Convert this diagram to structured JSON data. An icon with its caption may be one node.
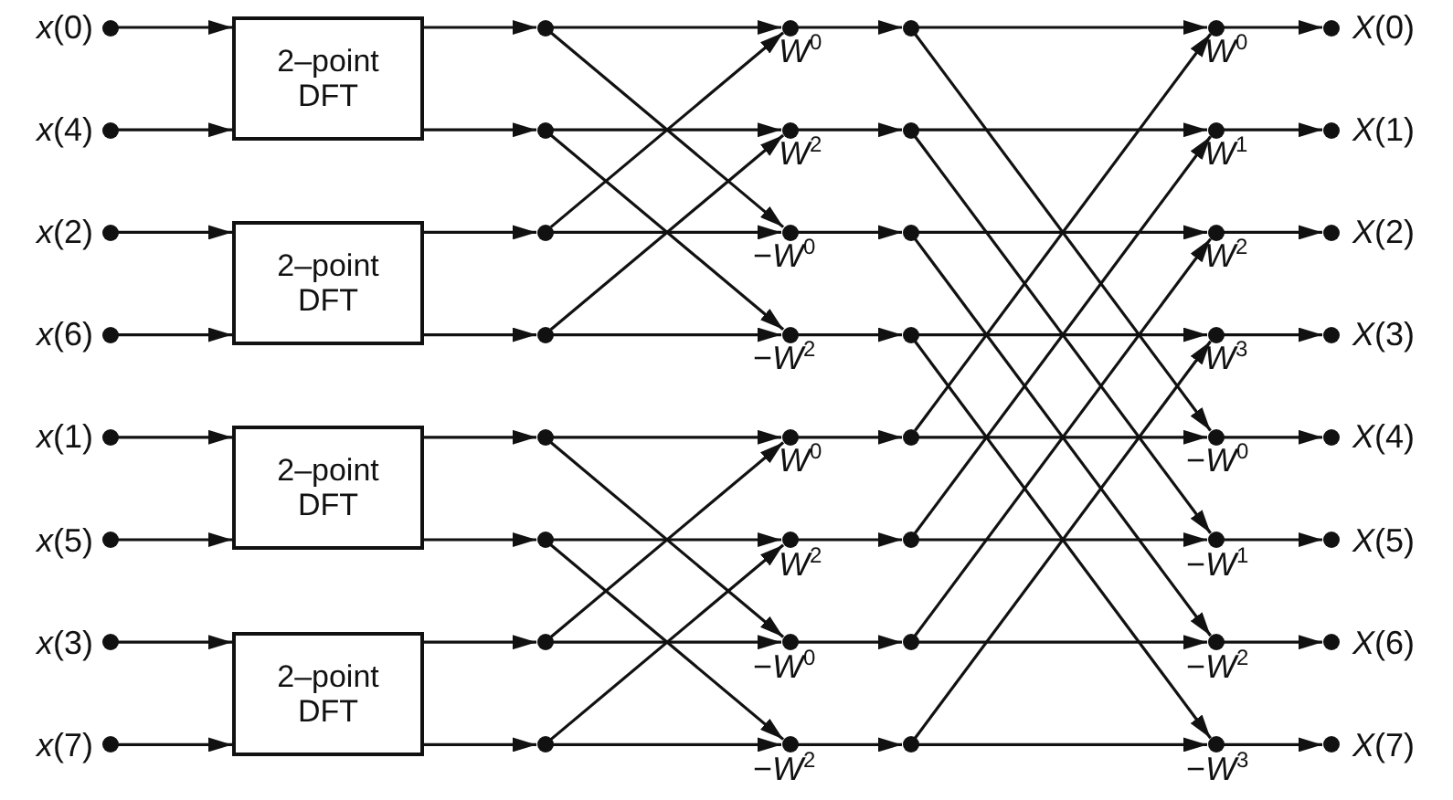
{
  "diagram": {
    "nodes": [
      {
        "text": [],
        "shape": "circle",
        "beside": [
          "*x*(0)"
        ]
      },
      {
        "text": [],
        "shape": "circle",
        "beside": [
          "*x*(4)"
        ]
      },
      {
        "text": [],
        "shape": "circle",
        "beside": [
          "*x*(2)"
        ]
      },
      {
        "text": [],
        "shape": "circle",
        "beside": [
          "*x*(6)"
        ]
      },
      {
        "text": [],
        "shape": "circle",
        "beside": [
          "*x*(1)"
        ]
      },
      {
        "text": [],
        "shape": "circle",
        "beside": [
          "*x*(5)"
        ]
      },
      {
        "text": [],
        "shape": "circle",
        "beside": [
          "*x*(3)"
        ]
      },
      {
        "text": [],
        "shape": "circle",
        "beside": [
          "*x*(7)"
        ]
      },
      {
        "text": [
          "2–point DFT"
        ]
      },
      {
        "text": [
          "2–point DFT"
        ]
      },
      {
        "text": [
          "2–point DFT"
        ]
      },
      {
        "text": [
          "2–point DFT"
        ]
      },
      {
        "text": [],
        "shape": "circle"
      },
      {
        "text": [],
        "shape": "circle"
      },
      {
        "text": [],
        "shape": "circle"
      },
      {
        "text": [],
        "shape": "circle"
      },
      {
        "text": [],
        "shape": "circle"
      },
      {
        "text": [],
        "shape": "circle"
      },
      {
        "text": [],
        "shape": "circle"
      },
      {
        "text": [],
        "shape": "circle"
      },
      {
        "text": [],
        "shape": "circle",
        "beside": [
          "*W*$^{0}$"
        ]
      },
      {
        "text": [],
        "shape": "circle",
        "beside": [
          "*W*$^{2}$"
        ]
      },
      {
        "text": [],
        "shape": "circle",
        "beside": [
          "−*W*$^{0}$"
        ]
      },
      {
        "text": [],
        "shape": "circle",
        "beside": [
          "−*W*$^{2}$"
        ]
      },
      {
        "text": [],
        "shape": "circle",
        "beside": [
          "*W*$^{0}$"
        ]
      },
      {
        "text": [],
        "shape": "circle",
        "beside": [
          "*W*$^{2}$"
        ]
      },
      {
        "text": [],
        "shape": "circle",
        "beside": [
          "−*W*$^{0}$"
        ]
      },
      {
        "text": [],
        "shape": "circle",
        "beside": [
          "−*W*$^{2}$"
        ]
      },
      {
        "text": [],
        "shape": "circle"
      },
      {
        "text": [],
        "shape": "circle"
      },
      {
        "text": [],
        "shape": "circle"
      },
      {
        "text": [],
        "shape": "circle"
      },
      {
        "text": [],
        "shape": "circle"
      },
      {
        "text": [],
        "shape": "circle"
      },
      {
        "text": [],
        "shape": "circle"
      },
      {
        "text": [],
        "shape": "circle"
      },
      {
        "text": [],
        "shape": "circle",
        "beside": [
          "*W*$^{0}$"
        ]
      },
      {
        "text": [],
        "shape": "circle",
        "beside": [
          "*W*$^{1}$"
        ]
      },
      {
        "text": [],
        "shape": "circle",
        "beside": [
          "*W*$^{2}$"
        ]
      },
      {
        "text": [],
        "shape": "circle",
        "beside": [
          "*W*$^{3}$"
        ]
      },
      {
        "text": [],
        "shape": "circle",
        "beside": [
          "−*W*$^{0}$"
        ]
      },
      {
        "text": [],
        "shape": "circle",
        "beside": [
          "−*W*$^{1}$"
        ]
      },
      {
        "text": [],
        "shape": "circle",
        "beside": [
          "−*W*$^{2}$"
        ]
      },
      {
        "text": [],
        "shape": "circle",
        "beside": [
          "−*W*$^{3}$"
        ]
      },
      {
        "text": [],
        "shape": "circle",
        "beside": [
          "*X*(0)"
        ]
      },
      {
        "text": [],
        "shape": "circle",
        "beside": [
          "*X*(1)"
        ]
      },
      {
        "text": [],
        "shape": "circle",
        "beside": [
          "*X*(2)"
        ]
      },
      {
        "text": [],
        "shape": "circle",
        "beside": [
          "*X*(3)"
        ]
      },
      {
        "text": [],
        "shape": "circle",
        "beside": [
          "*X*(4)"
        ]
      },
      {
        "text": [],
        "shape": "circle",
        "beside": [
          "*X*(5)"
        ]
      },
      {
        "text": [],
        "shape": "circle",
        "beside": [
          "*X*(6)"
        ]
      },
      {
        "text": [],
        "shape": "circle",
        "beside": [
          "*X*(7)"
        ]
      }
    ],
    "edges": [
      {
        "from": 0,
        "to": 8,
        "arrow": "to"
      },
      {
        "from": 1,
        "to": 8,
        "arrow": "to"
      },
      {
        "from": 2,
        "to": 9,
        "arrow": "to"
      },
      {
        "from": 3,
        "to": 9,
        "arrow": "to"
      },
      {
        "from": 4,
        "to": 10,
        "arrow": "to"
      },
      {
        "from": 5,
        "to": 10,
        "arrow": "to"
      },
      {
        "from": 6,
        "to": 11,
        "arrow": "to"
      },
      {
        "from": 7,
        "to": 11,
        "arrow": "to"
      },
      {
        "from": 8,
        "to": 12,
        "arrow": "to"
      },
      {
        "from": 8,
        "to": 13,
        "arrow": "to"
      },
      {
        "from": 9,
        "to": 14,
        "arrow": "to"
      },
      {
        "from": 9,
        "to": 15,
        "arrow": "to"
      },
      {
        "from": 10,
        "to": 16,
        "arrow": "to"
      },
      {
        "from": 10,
        "to": 17,
        "arrow": "to"
      },
      {
        "from": 11,
        "to": 18,
        "arrow": "to"
      },
      {
        "from": 11,
        "to": 19,
        "arrow": "to"
      },
      {
        "from": 12,
        "to": 20,
        "arrow": "to"
      },
      {
        "from": 14,
        "to": 20,
        "arrow": "to"
      },
      {
        "from": 13,
        "to": 21,
        "arrow": "to"
      },
      {
        "from": 15,
        "to": 21,
        "arrow": "to"
      },
      {
        "from": 12,
        "to": 22,
        "arrow": "to"
      },
      {
        "from": 14,
        "to": 22,
        "arrow": "to"
      },
      {
        "from": 13,
        "to": 23,
        "arrow": "to"
      },
      {
        "from": 15,
        "to": 23,
        "arrow": "to"
      },
      {
        "from": 16,
        "to": 24,
        "arrow": "to"
      },
      {
        "from": 18,
        "to": 24,
        "arrow": "to"
      },
      {
        "from": 17,
        "to": 25,
        "arrow": "to"
      },
      {
        "from": 19,
        "to": 25,
        "arrow": "to"
      },
      {
        "from": 16,
        "to": 26,
        "arrow": "to"
      },
      {
        "from": 18,
        "to": 26,
        "arrow": "to"
      },
      {
        "from": 17,
        "to": 27,
        "arrow": "to"
      },
      {
        "from": 19,
        "to": 27,
        "arrow": "to"
      },
      {
        "from": 20,
        "to": 28,
        "arrow": "to"
      },
      {
        "from": 21,
        "to": 29,
        "arrow": "to"
      },
      {
        "from": 22,
        "to": 30,
        "arrow": "to"
      },
      {
        "from": 23,
        "to": 31,
        "arrow": "to"
      },
      {
        "from": 24,
        "to": 32,
        "arrow": "to"
      },
      {
        "from": 25,
        "to": 33,
        "arrow": "to"
      },
      {
        "from": 26,
        "to": 34,
        "arrow": "to"
      },
      {
        "from": 27,
        "to": 35,
        "arrow": "to"
      },
      {
        "from": 28,
        "to": 36,
        "arrow": "to"
      },
      {
        "from": 32,
        "to": 36,
        "arrow": "to"
      },
      {
        "from": 29,
        "to": 37,
        "arrow": "to"
      },
      {
        "from": 33,
        "to": 37,
        "arrow": "to"
      },
      {
        "from": 30,
        "to": 38,
        "arrow": "to"
      },
      {
        "from": 34,
        "to": 38,
        "arrow": "to"
      },
      {
        "from": 31,
        "to": 39,
        "arrow": "to"
      },
      {
        "from": 35,
        "to": 39,
        "arrow": "to"
      },
      {
        "from": 28,
        "to": 40,
        "arrow": "to"
      },
      {
        "from": 32,
        "to": 40,
        "arrow": "to"
      },
      {
        "from": 29,
        "to": 41,
        "arrow": "to"
      },
      {
        "from": 33,
        "to": 41,
        "arrow": "to"
      },
      {
        "from": 30,
        "to": 42,
        "arrow": "to"
      },
      {
        "from": 34,
        "to": 42,
        "arrow": "to"
      },
      {
        "from": 31,
        "to": 43,
        "arrow": "to"
      },
      {
        "from": 35,
        "to": 43,
        "arrow": "to"
      },
      {
        "from": 36,
        "to": 44,
        "arrow": "to"
      },
      {
        "from": 37,
        "to": 45,
        "arrow": "to"
      },
      {
        "from": 38,
        "to": 46,
        "arrow": "to"
      },
      {
        "from": 39,
        "to": 47,
        "arrow": "to"
      },
      {
        "from": 40,
        "to": 48,
        "arrow": "to"
      },
      {
        "from": 41,
        "to": 49,
        "arrow": "to"
      },
      {
        "from": 42,
        "to": 50,
        "arrow": "to"
      },
      {
        "from": 43,
        "to": 51,
        "arrow": "to"
      }
    ]
  }
}
